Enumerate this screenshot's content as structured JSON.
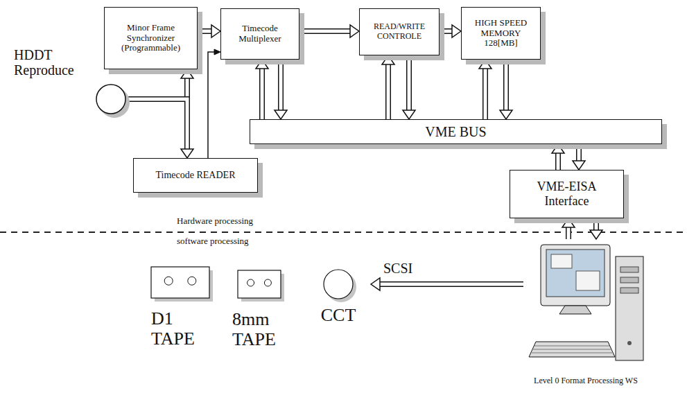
{
  "diagram": {
    "nodes": [
      {
        "text": [
          "HDDT Reproduce"
        ]
      },
      {
        "text": [
          "Minor Frame Synchronizer (Programmable)"
        ]
      },
      {
        "text": [
          "Timecode Multiplexer"
        ]
      },
      {
        "text": [
          "READ/WRITE CONTROLE"
        ]
      },
      {
        "text": [
          "HIGH SPEED MEMORY 128[MB]"
        ]
      },
      {
        "text": [
          "VME BUS"
        ]
      },
      {
        "text": [
          "Timecode READER"
        ]
      },
      {
        "text": [
          "VME-EISA Interface"
        ]
      },
      {
        "text": [
          "D1 TAPE"
        ]
      },
      {
        "text": [
          "8mm TAPE"
        ]
      },
      {
        "text": [
          "CCT"
        ]
      },
      {
        "text": [
          "Level 0 Format Processing WS"
        ]
      }
    ],
    "edges": [
      {
        "from": 0,
        "to": 1,
        "arrow": "to"
      },
      {
        "from": 0,
        "to": 6,
        "arrow": "to"
      },
      {
        "from": 1,
        "to": 2,
        "arrow": "to"
      },
      {
        "from": 6,
        "to": 2,
        "arrow": "to"
      },
      {
        "from": 2,
        "to": 3,
        "arrow": "to"
      },
      {
        "from": 3,
        "to": 4,
        "arrow": "to"
      },
      {
        "from": 5,
        "to": 2,
        "arrow": "to"
      },
      {
        "from": 2,
        "to": 5,
        "arrow": "to"
      },
      {
        "from": 5,
        "to": 3,
        "arrow": "to"
      },
      {
        "from": 3,
        "to": 5,
        "arrow": "to"
      },
      {
        "from": 5,
        "to": 4,
        "arrow": "to"
      },
      {
        "from": 4,
        "to": 5,
        "arrow": "to"
      },
      {
        "from": 7,
        "to": 5,
        "arrow": "to"
      },
      {
        "from": 5,
        "to": 7,
        "arrow": "to"
      },
      {
        "from": 11,
        "to": 7,
        "arrow": "to"
      },
      {
        "from": 7,
        "to": 11,
        "arrow": "to"
      },
      {
        "from": 11,
        "to": 10,
        "label": "SCSI",
        "arrow": "to"
      }
    ],
    "labels": [
      "Hardware processing",
      "software processing"
    ]
  }
}
